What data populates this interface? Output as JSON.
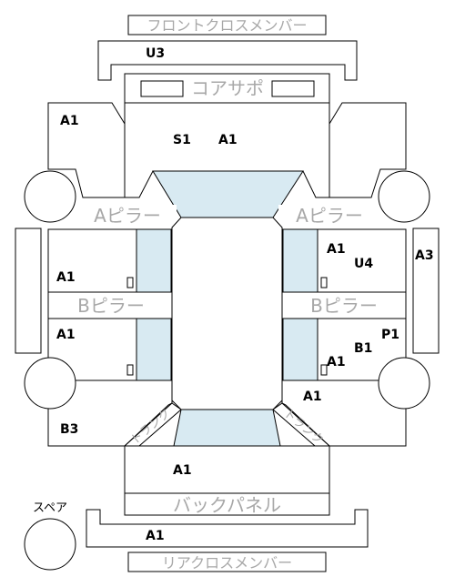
{
  "parts": {
    "front_cross_member": "フロントクロスメンバー",
    "core_support": "コアサポ",
    "a_pillar": "Aピラー",
    "b_pillar": "Bピラー",
    "back_panel": "バックパネル",
    "rear_cross_member": "リアクロスメンバー",
    "spare": "スペア",
    "trunk": "トランク"
  },
  "codes": {
    "front_cross": "U3",
    "core_support_s": "S1",
    "core_support_a": "A1",
    "front_left_fender": "A1",
    "front_left_door": "A1",
    "rear_left_door": "A1",
    "rear_left_quarter": "B3",
    "left_rocker": "",
    "right_rocker": "A3",
    "front_right_door_a": "A1",
    "front_right_door_u": "U4",
    "rear_right_p": "P1",
    "rear_right_b": "B1",
    "rear_right_a": "A1",
    "rear_right_quarter": "A1",
    "trunk_lid": "A1",
    "rear_cross": "A1"
  },
  "colors": {
    "outline": "#000000",
    "glass": "#d8eaf2",
    "label_gray": "#a8a8a8"
  }
}
